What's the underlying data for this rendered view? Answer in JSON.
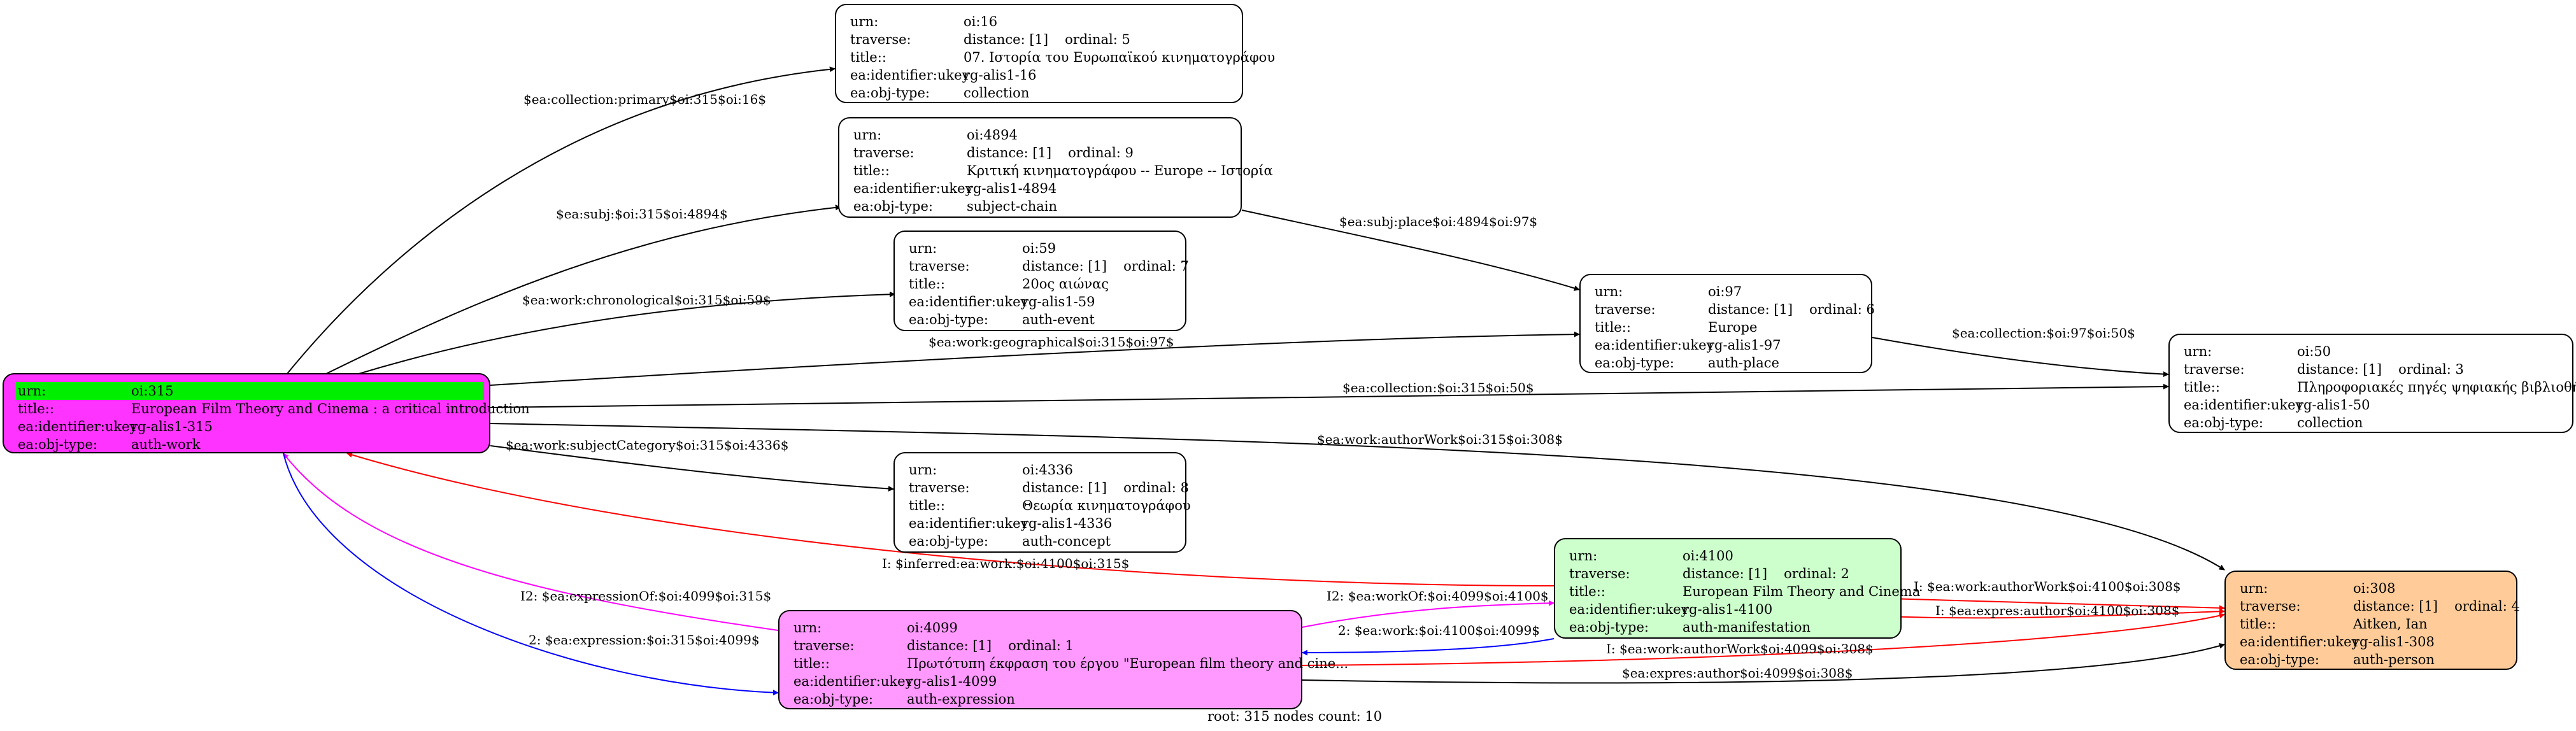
{
  "nodes": {
    "oi16": {
      "urn": "oi:16",
      "traverse_distance": "distance: [1]",
      "traverse_ordinal": "ordinal: 5",
      "title": "07. Ιστορία του Ευρωπαϊκού κινηματογράφου",
      "ukey": "rg-alis1-16",
      "objtype": "collection"
    },
    "oi4894": {
      "urn": "oi:4894",
      "traverse_distance": "distance: [1]",
      "traverse_ordinal": "ordinal: 9",
      "title": "Κριτική κινηματογράφου -- Europe -- Ιστορία",
      "ukey": "rg-alis1-4894",
      "objtype": "subject-chain"
    },
    "oi59": {
      "urn": "oi:59",
      "traverse_distance": "distance: [1]",
      "traverse_ordinal": "ordinal: 7",
      "title": "20ος αιώνας",
      "ukey": "rg-alis1-59",
      "objtype": "auth-event"
    },
    "oi97": {
      "urn": "oi:97",
      "traverse_distance": "distance: [1]",
      "traverse_ordinal": "ordinal: 6",
      "title": "Europe",
      "ukey": "rg-alis1-97",
      "objtype": "auth-place"
    },
    "oi50": {
      "urn": "oi:50",
      "traverse_distance": "distance: [1]",
      "traverse_ordinal": "ordinal: 3",
      "title": "Πληροφοριακές πηγές ψηφιακής βιβλιοθήκης",
      "ukey": "rg-alis1-50",
      "objtype": "collection"
    },
    "oi315": {
      "urn": "oi:315",
      "title": "European Film Theory and Cinema : a critical introduction",
      "ukey": "rg-alis1-315",
      "objtype": "auth-work"
    },
    "oi4336": {
      "urn": "oi:4336",
      "traverse_distance": "distance: [1]",
      "traverse_ordinal": "ordinal: 8",
      "title": "Θεωρία κινηματογράφου",
      "ukey": "rg-alis1-4336",
      "objtype": "auth-concept"
    },
    "oi4100": {
      "urn": "oi:4100",
      "traverse_distance": "distance: [1]",
      "traverse_ordinal": "ordinal: 2",
      "title": "European Film Theory and Cinema",
      "ukey": "rg-alis1-4100",
      "objtype": "auth-manifestation"
    },
    "oi4099": {
      "urn": "oi:4099",
      "traverse_distance": "distance: [1]",
      "traverse_ordinal": "ordinal: 1",
      "title": "Πρωτότυπη έκφραση του έργου \"European film theory and cine...",
      "ukey": "rg-alis1-4099",
      "objtype": "auth-expression"
    },
    "oi308": {
      "urn": "oi:308",
      "traverse_distance": "distance: [1]",
      "traverse_ordinal": "ordinal: 4",
      "title": "Aitken, Ian",
      "ukey": "rg-alis1-308",
      "objtype": "auth-person"
    }
  },
  "field_labels": {
    "urn": "urn:",
    "traverse": "traverse:",
    "title": "title::",
    "ukey": "ea:identifier:ukey",
    "objtype": "ea:obj-type:"
  },
  "edges": [
    {
      "label": "$ea:collection:primary$oi:315$oi:16$",
      "color": "#000000"
    },
    {
      "label": "$ea:subj:$oi:315$oi:4894$",
      "color": "#000000"
    },
    {
      "label": "$ea:work:chronological$oi:315$oi:59$",
      "color": "#000000"
    },
    {
      "label": "$ea:work:geographical$oi:315$oi:97$",
      "color": "#000000"
    },
    {
      "label": "$ea:collection:$oi:315$oi:50$",
      "color": "#000000"
    },
    {
      "label": "$ea:work:authorWork$oi:315$oi:308$",
      "color": "#000000"
    },
    {
      "label": "$ea:work:subjectCategory$oi:315$oi:4336$",
      "color": "#000000"
    },
    {
      "label": "$ea:subj:place$oi:4894$oi:97$",
      "color": "#000000"
    },
    {
      "label": "$ea:collection:$oi:97$oi:50$",
      "color": "#000000"
    },
    {
      "label": "I: $inferred:ea:work:$oi:4100$oi:315$",
      "color": "#ff0000"
    },
    {
      "label": "I2: $ea:expressionOf:$oi:4099$oi:315$",
      "color": "#ff00ff"
    },
    {
      "label": "2: $ea:expression:$oi:315$oi:4099$",
      "color": "#0000ff"
    },
    {
      "label": "I2: $ea:workOf:$oi:4099$oi:4100$",
      "color": "#ff00ff"
    },
    {
      "label": "2: $ea:work:$oi:4100$oi:4099$",
      "color": "#0000ff"
    },
    {
      "label": "I: $ea:work:authorWork$oi:4100$oi:308$",
      "color": "#ff0000"
    },
    {
      "label": "I: $ea:expres:author$oi:4100$oi:308$",
      "color": "#ff0000"
    },
    {
      "label": "I: $ea:work:authorWork$oi:4099$oi:308$",
      "color": "#ff0000"
    },
    {
      "label": "$ea:expres:author$oi:4099$oi:308$",
      "color": "#000000"
    }
  ],
  "colors": {
    "root": "#ff33ff",
    "root_highlight": "#00ee00",
    "manifestation": "#ccffcc",
    "expression": "#ff99ff",
    "person": "#ffcc99",
    "default": "#ffffff"
  },
  "footer": "root: 315 nodes count: 10"
}
